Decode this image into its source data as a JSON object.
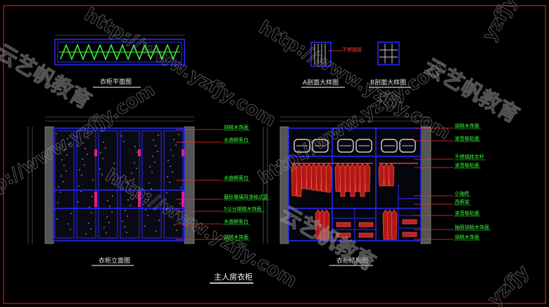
{
  "drawing": {
    "plan_label": "衣柜平面图",
    "section_a_label": "A剖面大样图",
    "section_b_label": "B剖面大样图",
    "section_a_note": "不锈钢管",
    "elevation_label": "衣柜立面图",
    "structure_label": "衣柜结构图",
    "main_title": "主人房衣柜"
  },
  "elevation_notes": [
    "胡桃木饰面",
    "水曲柳索白",
    "水曲柳索白",
    "磨砂玻璃背漆格式蓝",
    "5公分胡桃木饰面",
    "水曲柳索白",
    "胡桃木饰面"
  ],
  "structure_notes": [
    "胡桃木饰面",
    "波音板贴面",
    "不锈钢挂衣杆",
    "波音板贴面",
    "小抽柜",
    "西裤架",
    "波音板贴面",
    "抽屉胡桃木饰面",
    "胡桃木饰面"
  ],
  "watermarks": {
    "url": "http://www.yzfjy.com",
    "brand": "云艺帆教育",
    "short": "yzfjy"
  },
  "colors": {
    "background": "#000000",
    "frame": "#2b2bff",
    "annotation": "#3cff3c",
    "leader": "#ff3030",
    "border": "#ff2020"
  }
}
